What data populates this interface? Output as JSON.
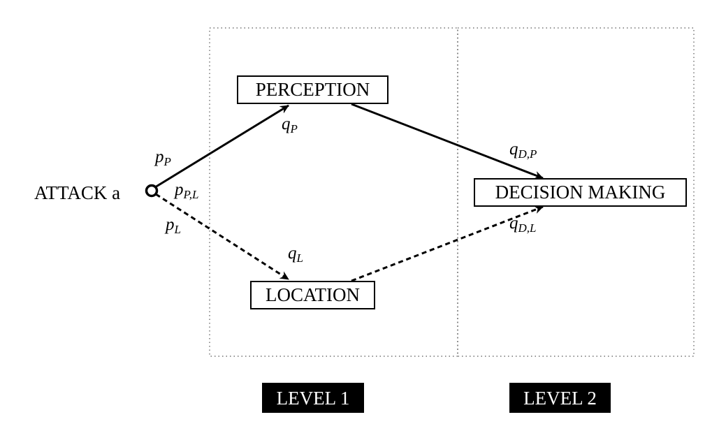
{
  "nodes": {
    "attack": "ATTACK a",
    "perception": "PERCEPTION",
    "location": "LOCATION",
    "decision": "DECISION MAKING"
  },
  "edge_labels": {
    "p_P": {
      "base": "p",
      "sub": "P"
    },
    "p_PL": {
      "base": "p",
      "sub": "P,L"
    },
    "p_L": {
      "base": "p",
      "sub": "L"
    },
    "q_P": {
      "base": "q",
      "sub": "P"
    },
    "q_L": {
      "base": "q",
      "sub": "L"
    },
    "q_DP": {
      "base": "q",
      "sub": "D,P"
    },
    "q_DL": {
      "base": "q",
      "sub": "D,L"
    }
  },
  "levels": {
    "level1": "LEVEL 1",
    "level2": "LEVEL 2"
  }
}
